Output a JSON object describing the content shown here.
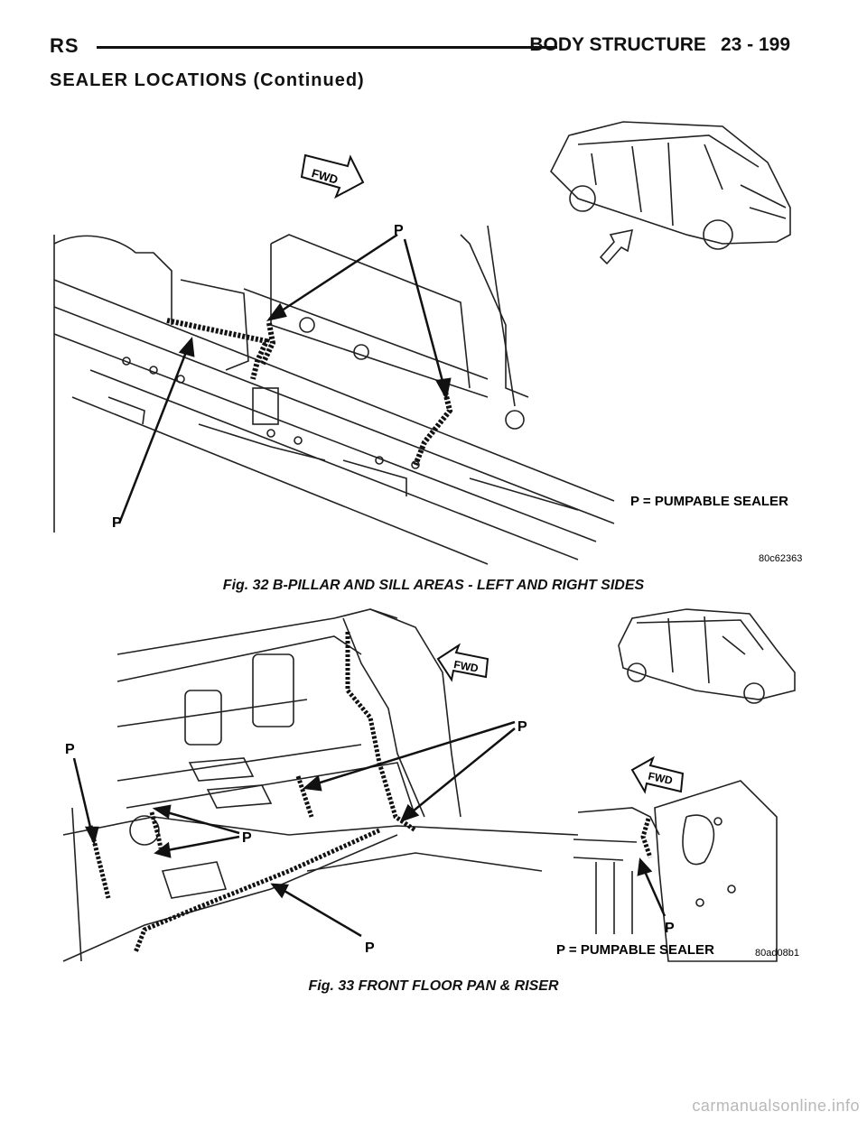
{
  "header": {
    "left": "RS",
    "right_title": "BODY STRUCTURE",
    "page_number": "23 - 199"
  },
  "section_title": "SEALER LOCATIONS (Continued)",
  "figure32": {
    "caption": "Fig. 32 B-PILLAR AND SILL AREAS - LEFT AND RIGHT SIDES",
    "callout_label": "P",
    "fwd_label": "FWD",
    "legend": "P = PUMPABLE SEALER",
    "ref_code": "80c62363"
  },
  "figure33": {
    "caption": "Fig. 33 FRONT FLOOR PAN & RISER",
    "callout_label": "P",
    "fwd_label": "FWD",
    "legend": "P = PUMPABLE SEALER",
    "ref_code": "80ad08b1"
  },
  "watermark": "carmanualsonline.info"
}
